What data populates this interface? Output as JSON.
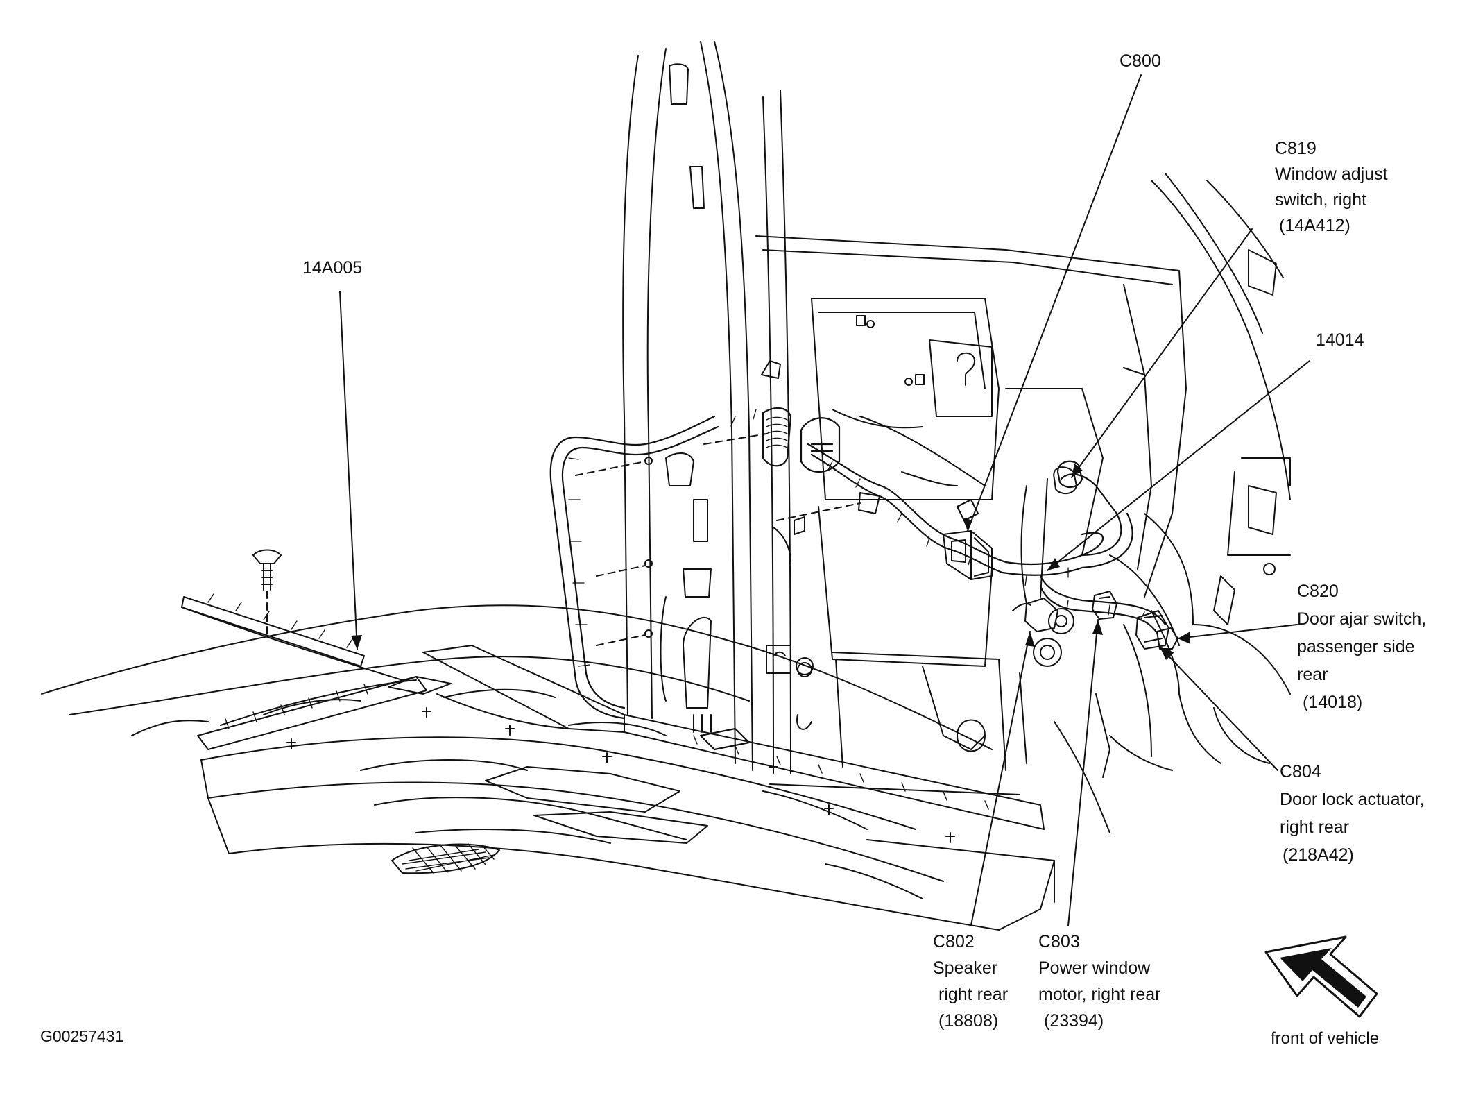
{
  "figure_id": "G00257431",
  "direction_label": "front of vehicle",
  "callouts": {
    "c800": {
      "code": "C800"
    },
    "c819": {
      "code": "C819",
      "lines": [
        "Window adjust",
        "switch, right",
        "(14A412)"
      ]
    },
    "p14014": {
      "code": "14014"
    },
    "p14a005": {
      "code": "14A005"
    },
    "c820": {
      "code": "C820",
      "lines": [
        "Door ajar switch,",
        "passenger side",
        "rear",
        "(14018)"
      ]
    },
    "c804": {
      "code": "C804",
      "lines": [
        "Door lock actuator,",
        "right rear",
        "(218A42)"
      ]
    },
    "c802": {
      "code": "C802",
      "lines": [
        "Speaker",
        "right rear",
        "(18808)"
      ]
    },
    "c803": {
      "code": "C803",
      "lines": [
        "Power window",
        "motor, right rear",
        "(23394)"
      ]
    }
  },
  "colors": {
    "line": "#111111",
    "paper": "#ffffff"
  }
}
